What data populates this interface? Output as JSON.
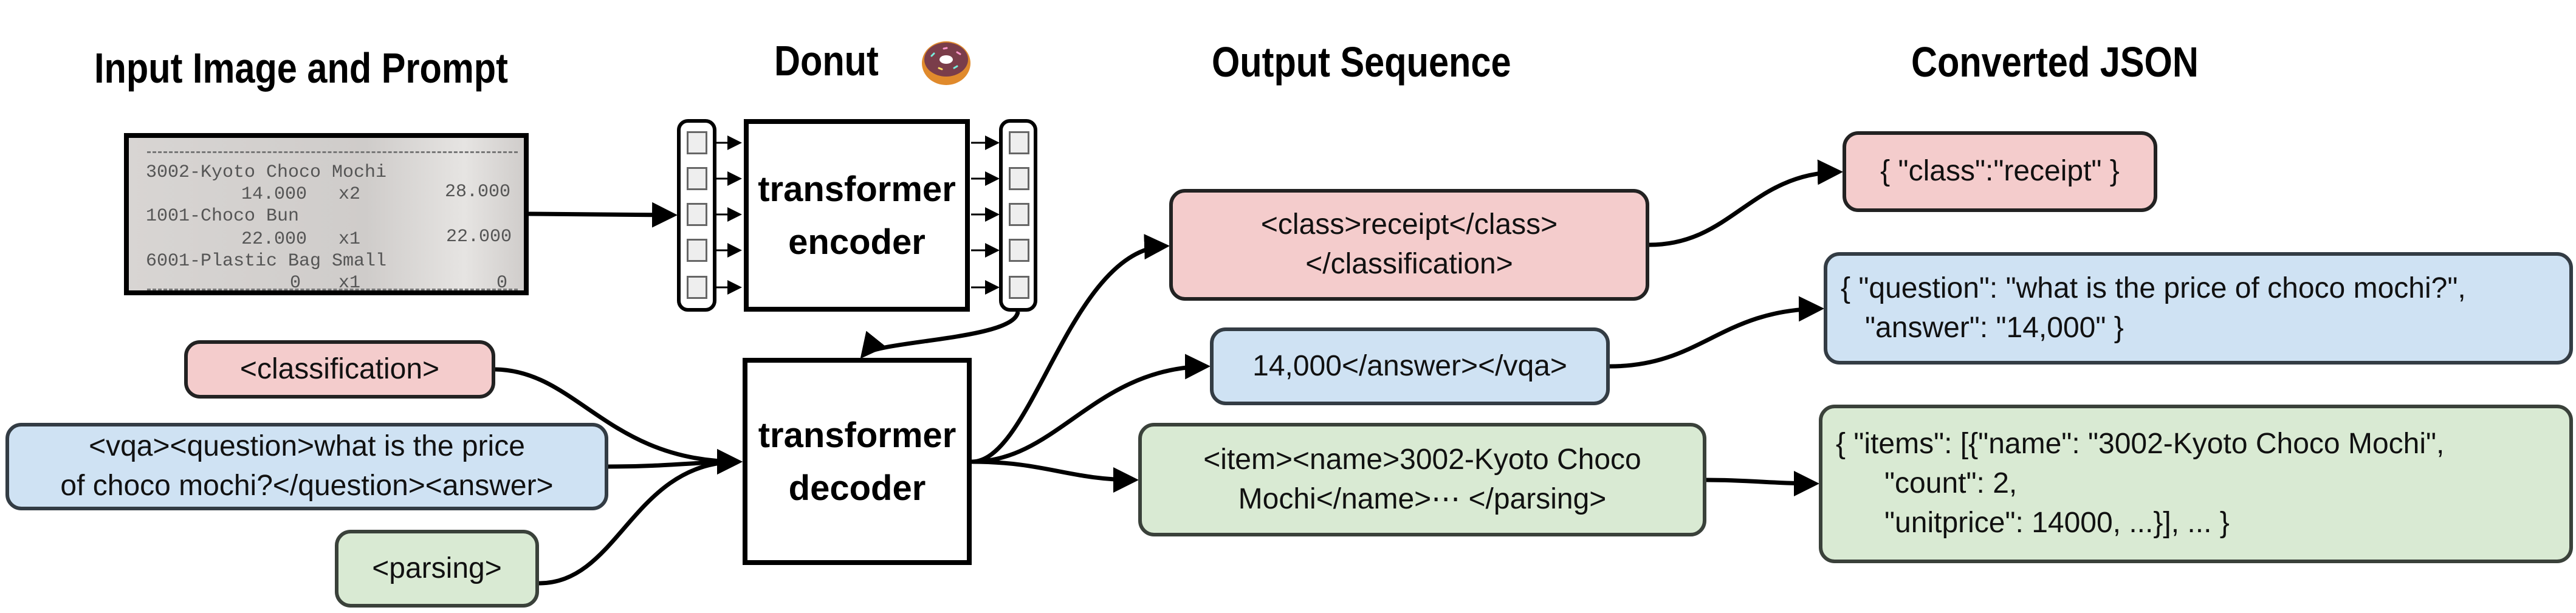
{
  "titles": {
    "input": "Input Image and Prompt",
    "donut": "Donut",
    "output": "Output Sequence",
    "json": "Converted JSON"
  },
  "icons": {
    "donut": "donut-emoji-icon"
  },
  "receipt": {
    "lines": [
      {
        "text": "3002-Kyoto Choco Mochi"
      },
      {
        "price": "14.000",
        "qty": "x2",
        "total": "28.000"
      },
      {
        "text": "1001-Choco Bun"
      },
      {
        "price": "22.000",
        "qty": "x1",
        "total": "22.000"
      },
      {
        "text": "6001-Plastic Bag Small"
      },
      {
        "price": "0",
        "qty": "x1",
        "total": "0"
      }
    ]
  },
  "model": {
    "encoder": [
      "transformer",
      "encoder"
    ],
    "decoder": [
      "transformer",
      "decoder"
    ]
  },
  "prompts": {
    "classification": "<classification>",
    "vqa": [
      "<vqa><question>what is the price",
      "of choco mochi?</question><answer>"
    ],
    "parsing": "<parsing>"
  },
  "outputs": {
    "classification": [
      "<class>receipt</class>",
      "</classification>"
    ],
    "vqa": "14,000</answer></vqa>",
    "parsing": [
      "<item><name>3002-Kyoto Choco",
      "Mochi</name>⋯ </parsing>"
    ]
  },
  "json": {
    "classification": "{ \"class\":\"receipt\" }",
    "vqa": [
      "{ \"question\": \"what is the price of choco mochi?\",",
      "   \"answer\": \"14,000\" }"
    ],
    "parsing": [
      "{ \"items\": [{\"name\": \"3002-Kyoto Choco Mochi\",",
      "      \"count\": 2,",
      "      \"unitprice\": 14000, ...}], ... }"
    ]
  },
  "colors": {
    "classification": "#f4cccc",
    "vqa": "#cfe2f3",
    "parsing": "#d9ead3"
  }
}
